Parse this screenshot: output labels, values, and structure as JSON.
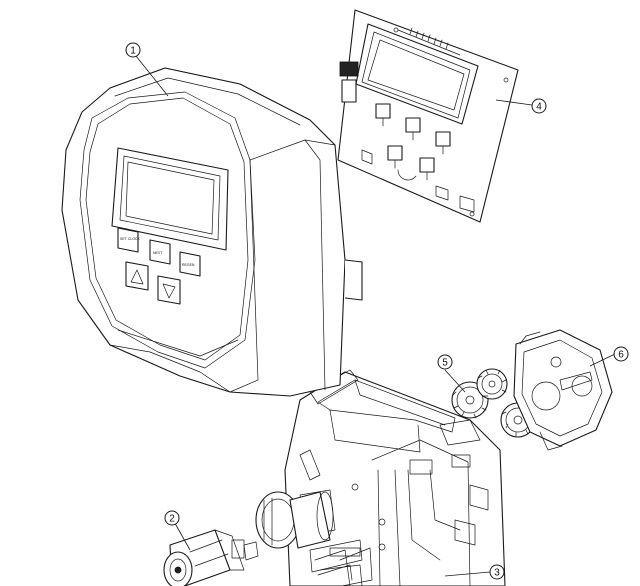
{
  "callouts": [
    {
      "id": "1",
      "label": "1"
    },
    {
      "id": "2",
      "label": "2"
    },
    {
      "id": "3",
      "label": "3"
    },
    {
      "id": "4",
      "label": "4"
    },
    {
      "id": "5",
      "label": "5"
    },
    {
      "id": "6",
      "label": "6"
    }
  ],
  "buttons": {
    "set_clock": "SET CLOCK",
    "next": "NEXT",
    "regen": "REGEN"
  },
  "colors": {
    "line": "#1a1a1a",
    "background": "#ffffff"
  }
}
